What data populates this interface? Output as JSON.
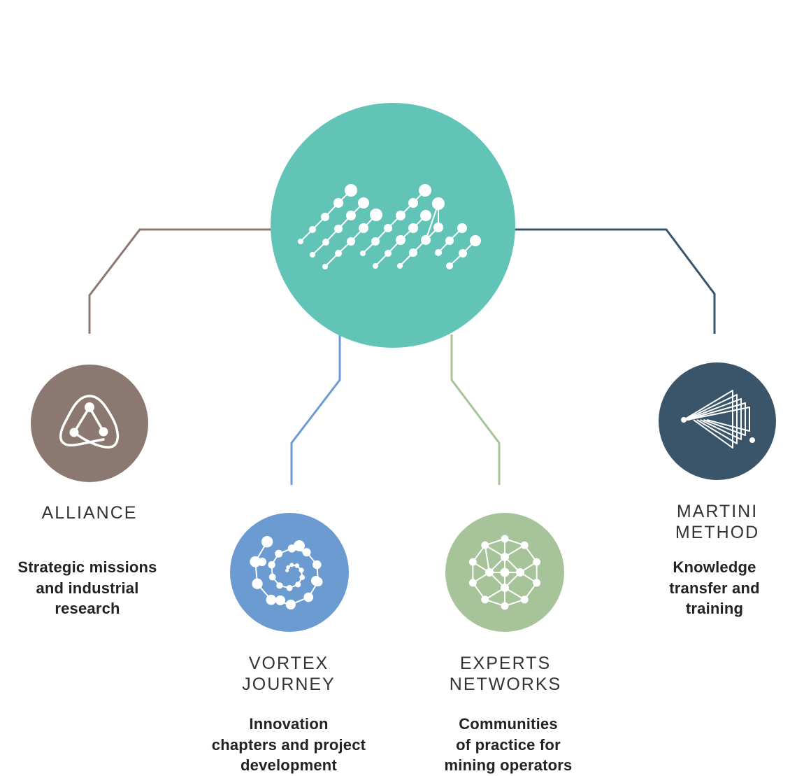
{
  "diagram": {
    "colors": {
      "hub": "#61c4b6",
      "alliance": "#8b7870",
      "vortex": "#6b9bd0",
      "experts": "#a6c39a",
      "martini": "#3a5569",
      "icon_fg": "#ffffff"
    },
    "hub": {
      "name": "hub",
      "icon": "dotted-mountains-icon"
    },
    "nodes": [
      {
        "id": "alliance",
        "icon": "triangle-link-icon",
        "title_lines": [
          "ALLIANCE"
        ],
        "desc_lines": [
          "Strategic missions",
          "and industrial",
          "research"
        ]
      },
      {
        "id": "vortex",
        "icon": "spiral-network-icon",
        "title_lines": [
          "VORTEX",
          "JOURNEY"
        ],
        "desc_lines": [
          "Innovation",
          "chapters and project",
          "development"
        ]
      },
      {
        "id": "experts",
        "icon": "mesh-sphere-icon",
        "title_lines": [
          "EXPERTS",
          "NETWORKS"
        ],
        "desc_lines": [
          "Communities",
          "of practice for",
          "mining operators"
        ]
      },
      {
        "id": "martini",
        "icon": "nested-triangles-icon",
        "title_lines": [
          "MARTINI",
          "METHOD"
        ],
        "desc_lines": [
          "Knowledge",
          "transfer and",
          "training"
        ]
      }
    ]
  }
}
